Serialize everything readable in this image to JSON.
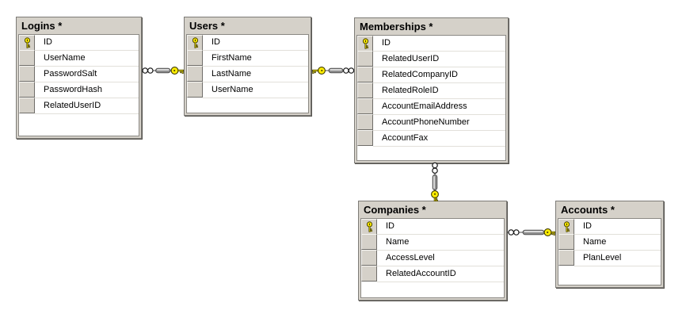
{
  "diagram": {
    "background_color": "#ffffff",
    "tables": [
      {
        "name": "Logins",
        "title": "Logins *",
        "columns": [
          {
            "name": "ID",
            "primary_key": true
          },
          {
            "name": "UserName",
            "primary_key": false
          },
          {
            "name": "PasswordSalt",
            "primary_key": false
          },
          {
            "name": "PasswordHash",
            "primary_key": false
          },
          {
            "name": "RelatedUserID",
            "primary_key": false
          }
        ]
      },
      {
        "name": "Users",
        "title": "Users *",
        "columns": [
          {
            "name": "ID",
            "primary_key": true
          },
          {
            "name": "FirstName",
            "primary_key": false
          },
          {
            "name": "LastName",
            "primary_key": false
          },
          {
            "name": "UserName",
            "primary_key": false
          }
        ]
      },
      {
        "name": "Memberships",
        "title": "Memberships *",
        "columns": [
          {
            "name": "ID",
            "primary_key": true
          },
          {
            "name": "RelatedUserID",
            "primary_key": false
          },
          {
            "name": "RelatedCompanyID",
            "primary_key": false
          },
          {
            "name": "RelatedRoleID",
            "primary_key": false
          },
          {
            "name": "AccountEmailAddress",
            "primary_key": false
          },
          {
            "name": "AccountPhoneNumber",
            "primary_key": false
          },
          {
            "name": "AccountFax",
            "primary_key": false
          }
        ]
      },
      {
        "name": "Companies",
        "title": "Companies *",
        "columns": [
          {
            "name": "ID",
            "primary_key": true
          },
          {
            "name": "Name",
            "primary_key": false
          },
          {
            "name": "AccessLevel",
            "primary_key": false
          },
          {
            "name": "RelatedAccountID",
            "primary_key": false
          }
        ]
      },
      {
        "name": "Accounts",
        "title": "Accounts *",
        "columns": [
          {
            "name": "ID",
            "primary_key": true
          },
          {
            "name": "Name",
            "primary_key": false
          },
          {
            "name": "PlanLevel",
            "primary_key": false
          }
        ]
      }
    ],
    "relationships": [
      {
        "from_table": "Logins",
        "from_end": "many",
        "from_icon": "infinity-icon",
        "to_table": "Users",
        "to_end": "one",
        "to_icon": "key-icon"
      },
      {
        "from_table": "Memberships",
        "from_end": "many",
        "from_icon": "infinity-icon",
        "to_table": "Users",
        "to_end": "one",
        "to_icon": "key-icon"
      },
      {
        "from_table": "Memberships",
        "from_end": "many",
        "from_icon": "infinity-icon",
        "to_table": "Companies",
        "to_end": "one",
        "to_icon": "key-icon"
      },
      {
        "from_table": "Companies",
        "from_end": "many",
        "from_icon": "infinity-icon",
        "to_table": "Accounts",
        "to_end": "one",
        "to_icon": "key-icon"
      }
    ],
    "icons": {
      "primary_key": "key-icon",
      "many_end": "infinity-icon",
      "one_end": "key-icon"
    },
    "colors": {
      "table_header": "#d5d1c9",
      "table_border": "#7d7b77",
      "grid_border": "#8b8984",
      "row_separator": "#e2e0da",
      "selector_face": "#d5d1c9",
      "key_yellow": "#ffee00",
      "connector_line": "#4a4a4a",
      "background": "#ffffff"
    }
  }
}
